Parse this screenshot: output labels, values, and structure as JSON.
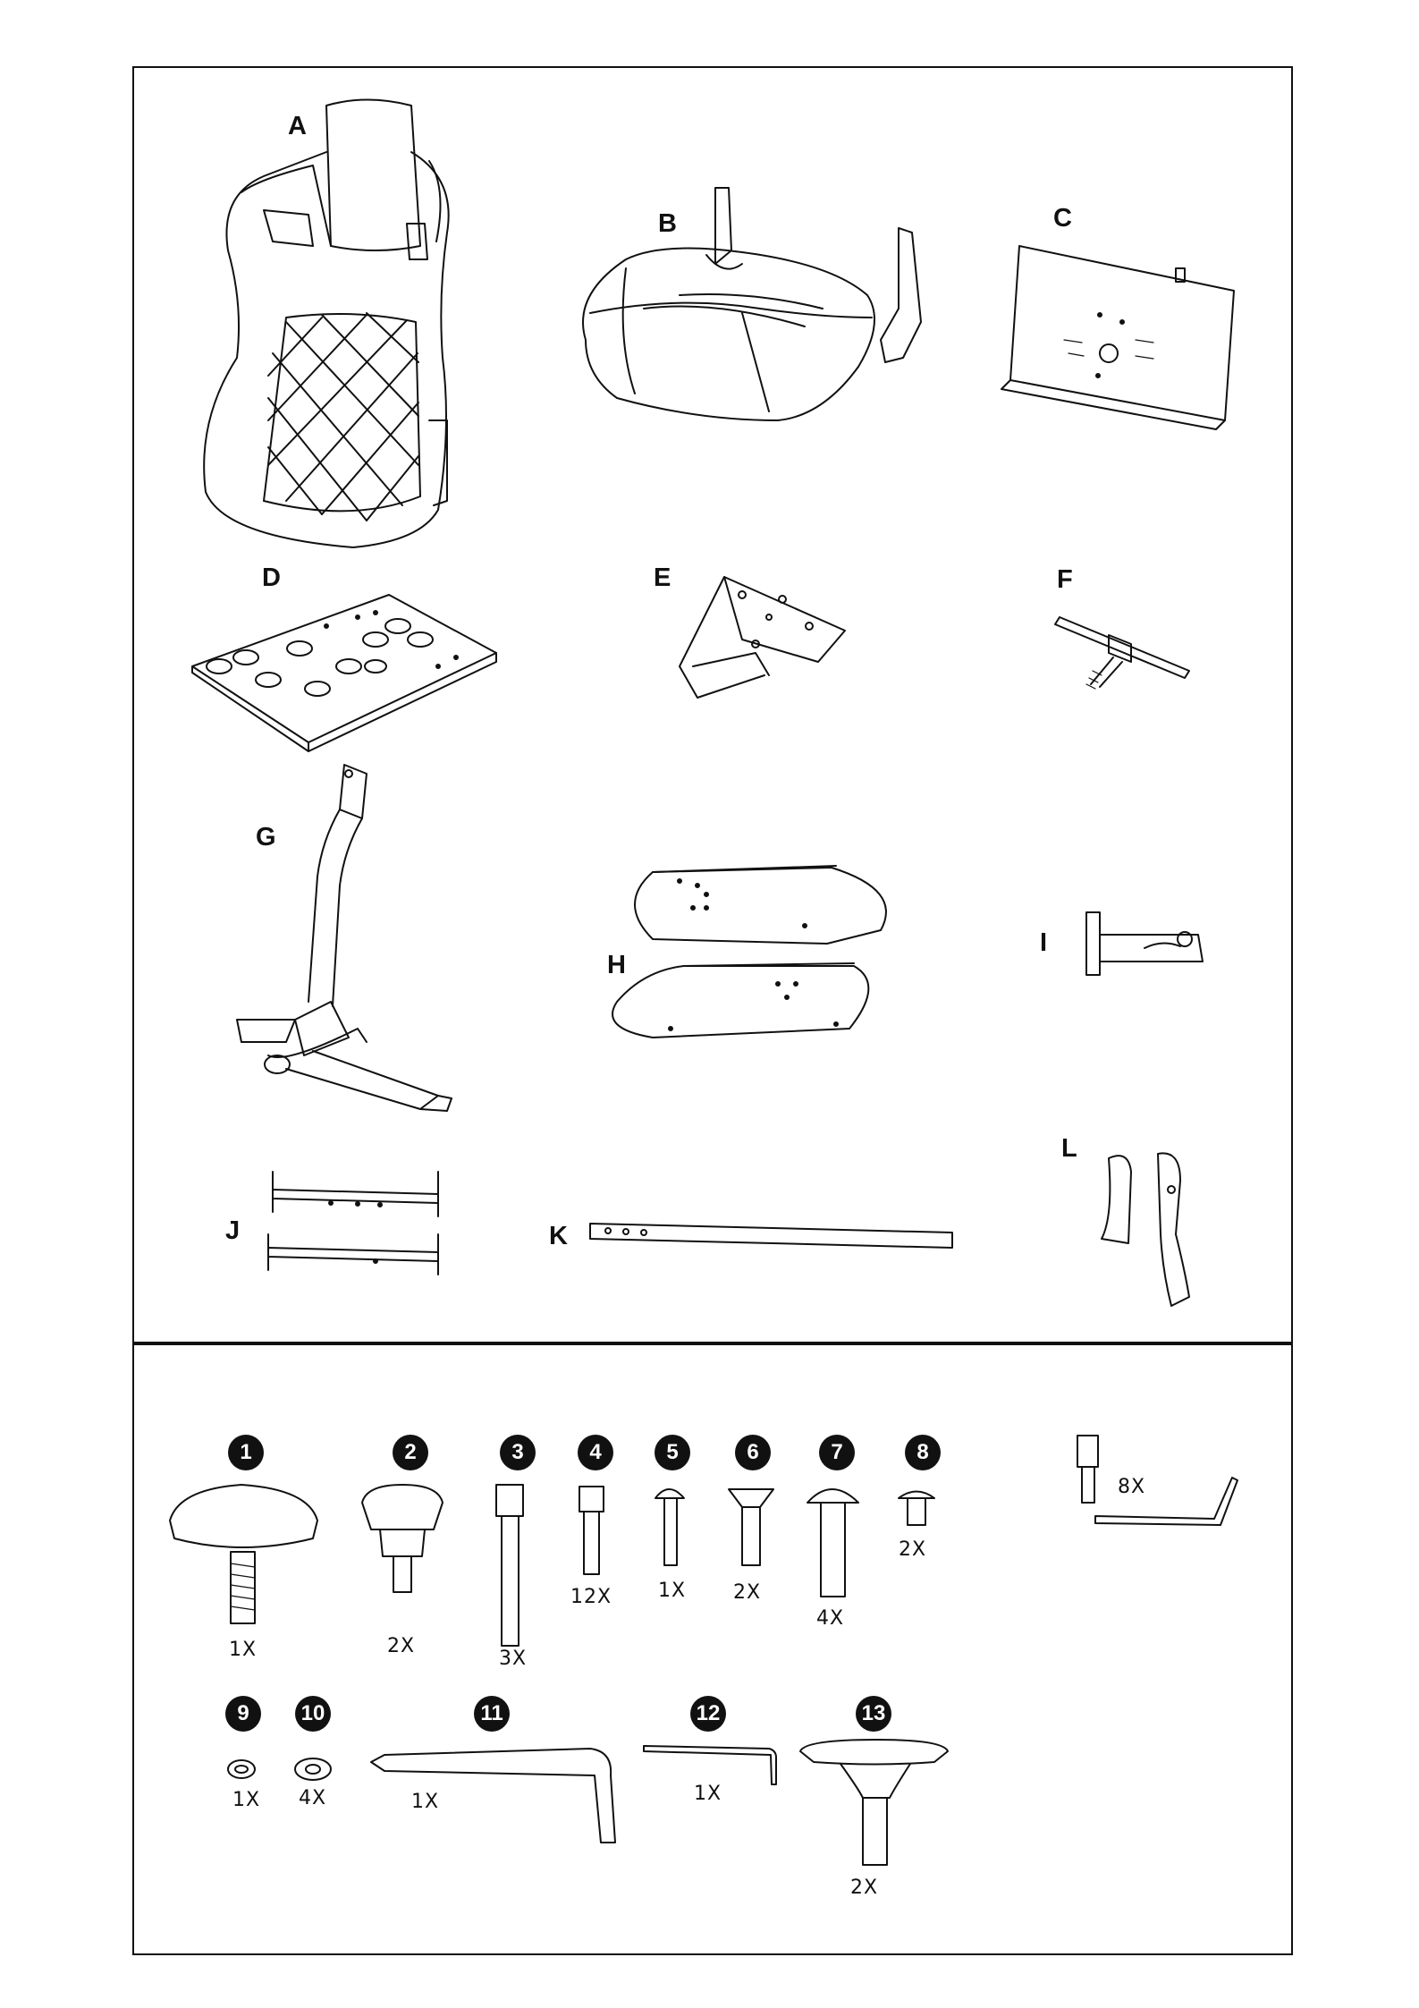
{
  "parts": [
    {
      "id": "A",
      "label": "A"
    },
    {
      "id": "B",
      "label": "B"
    },
    {
      "id": "C",
      "label": "C"
    },
    {
      "id": "D",
      "label": "D"
    },
    {
      "id": "E",
      "label": "E"
    },
    {
      "id": "F",
      "label": "F"
    },
    {
      "id": "G",
      "label": "G"
    },
    {
      "id": "H",
      "label": "H"
    },
    {
      "id": "I",
      "label": "I"
    },
    {
      "id": "J",
      "label": "J"
    },
    {
      "id": "K",
      "label": "K"
    },
    {
      "id": "L",
      "label": "L"
    }
  ],
  "hardware": [
    {
      "number": "1",
      "qty": "1X"
    },
    {
      "number": "2",
      "qty": "2X"
    },
    {
      "number": "3",
      "qty": "3X"
    },
    {
      "number": "4",
      "qty": "12X"
    },
    {
      "number": "5",
      "qty": "1X"
    },
    {
      "number": "6",
      "qty": "2X"
    },
    {
      "number": "7",
      "qty": "4X"
    },
    {
      "number": "8",
      "qty": "2X"
    },
    {
      "number": "9",
      "qty": "1X"
    },
    {
      "number": "10",
      "qty": "4X"
    },
    {
      "number": "11",
      "qty": "1X"
    },
    {
      "number": "12",
      "qty": "1X"
    },
    {
      "number": "13",
      "qty": "2X"
    }
  ],
  "extra_tool": {
    "qty": "8X"
  }
}
